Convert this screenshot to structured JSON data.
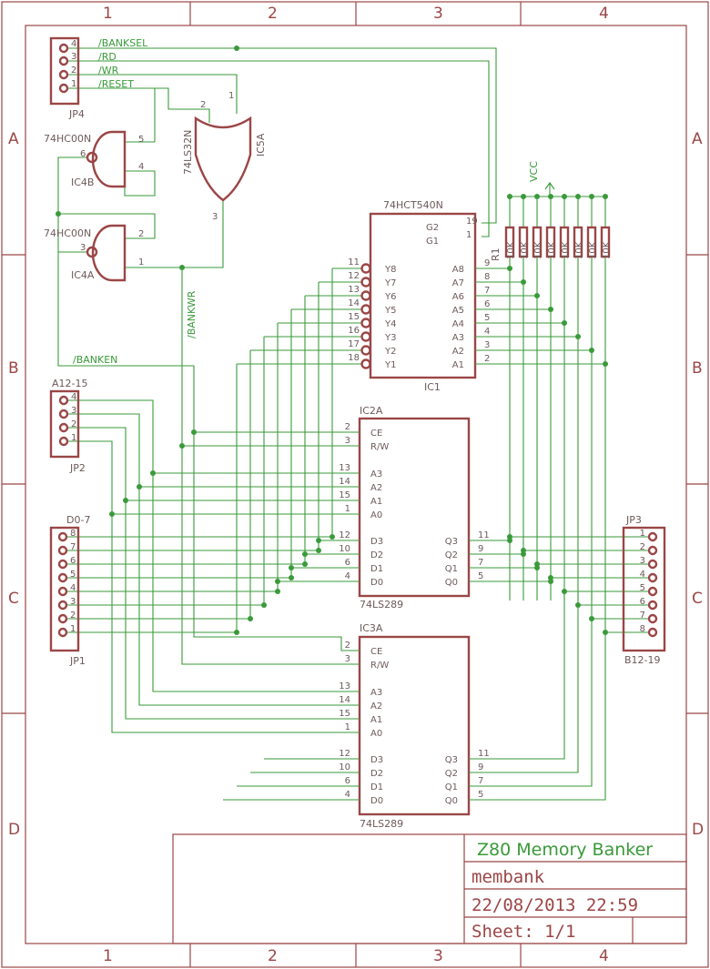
{
  "columns": [
    "1",
    "2",
    "3",
    "4"
  ],
  "rows": [
    "A",
    "B",
    "C",
    "D"
  ],
  "title_block": {
    "title": "Z80 Memory Banker",
    "name": "membank",
    "date": "22/08/2013 22:59",
    "sheet": "Sheet: 1/1"
  },
  "connectors": {
    "jp4": {
      "name": "JP4",
      "pins": [
        "4",
        "3",
        "2",
        "1"
      ]
    },
    "jp2": {
      "name": "JP2",
      "label": "A12-15",
      "pins": [
        "4",
        "3",
        "2",
        "1"
      ]
    },
    "jp1": {
      "name": "JP1",
      "label": "D0-7",
      "pins": [
        "8",
        "7",
        "6",
        "5",
        "4",
        "3",
        "2",
        "1"
      ]
    },
    "jp3": {
      "name": "JP3",
      "label": "B12-19",
      "pins": [
        "1",
        "2",
        "3",
        "4",
        "5",
        "6",
        "7",
        "8"
      ]
    }
  },
  "nets": {
    "banksel": "/BANKSEL",
    "rd": "/RD",
    "wr": "/WR",
    "reset": "/RESET",
    "bankwr": "/BANKWR",
    "banken": "/BANKEN",
    "vcc": "VCC"
  },
  "gates": {
    "ic4b": {
      "name": "IC4B",
      "value": "74HC00N",
      "pins": [
        "6",
        "5",
        "4"
      ]
    },
    "ic4a": {
      "name": "IC4A",
      "value": "74HC00N",
      "pins": [
        "3",
        "2",
        "1"
      ]
    },
    "ic5a": {
      "name": "IC5A",
      "value": "74LS32N",
      "pins": [
        "2",
        "1",
        "3"
      ]
    }
  },
  "ic1": {
    "name": "IC1",
    "value": "74HCT540N",
    "left_pins": [
      "Y8",
      "Y7",
      "Y6",
      "Y5",
      "Y4",
      "Y3",
      "Y2",
      "Y1"
    ],
    "left_nums": [
      "11",
      "12",
      "13",
      "14",
      "15",
      "16",
      "17",
      "18"
    ],
    "right_pins": [
      "A8",
      "A7",
      "A6",
      "A5",
      "A4",
      "A3",
      "A2",
      "A1"
    ],
    "right_nums": [
      "9",
      "8",
      "7",
      "6",
      "5",
      "4",
      "3",
      "2"
    ],
    "gate_pins": [
      "G2",
      "G1"
    ],
    "gate_nums": [
      "19",
      "1"
    ]
  },
  "ic2": {
    "name": "IC2A",
    "value": "74LS289",
    "ctl_pins": [
      "CE",
      "R/W"
    ],
    "ctl_nums": [
      "2",
      "3"
    ],
    "addr_pins": [
      "A3",
      "A2",
      "A1",
      "A0"
    ],
    "addr_nums": [
      "13",
      "14",
      "15",
      "1"
    ],
    "data_pins": [
      "D3",
      "D2",
      "D1",
      "D0"
    ],
    "data_nums": [
      "12",
      "10",
      "6",
      "4"
    ],
    "out_pins": [
      "Q3",
      "Q2",
      "Q1",
      "Q0"
    ],
    "out_nums": [
      "11",
      "9",
      "7",
      "5"
    ]
  },
  "ic3": {
    "name": "IC3A",
    "value": "74LS289",
    "ctl_pins": [
      "CE",
      "R/W"
    ],
    "ctl_nums": [
      "2",
      "3"
    ],
    "addr_pins": [
      "A3",
      "A2",
      "A1",
      "A0"
    ],
    "addr_nums": [
      "13",
      "14",
      "15",
      "1"
    ],
    "data_pins": [
      "D3",
      "D2",
      "D1",
      "D0"
    ],
    "data_nums": [
      "12",
      "10",
      "6",
      "4"
    ],
    "out_pins": [
      "Q3",
      "Q2",
      "Q1",
      "Q0"
    ],
    "out_nums": [
      "11",
      "9",
      "7",
      "5"
    ]
  },
  "resistors": {
    "name": "R1",
    "values": [
      "10K",
      "10K",
      "10K",
      "10K",
      "10K",
      "10K",
      "10K",
      "10K"
    ]
  }
}
